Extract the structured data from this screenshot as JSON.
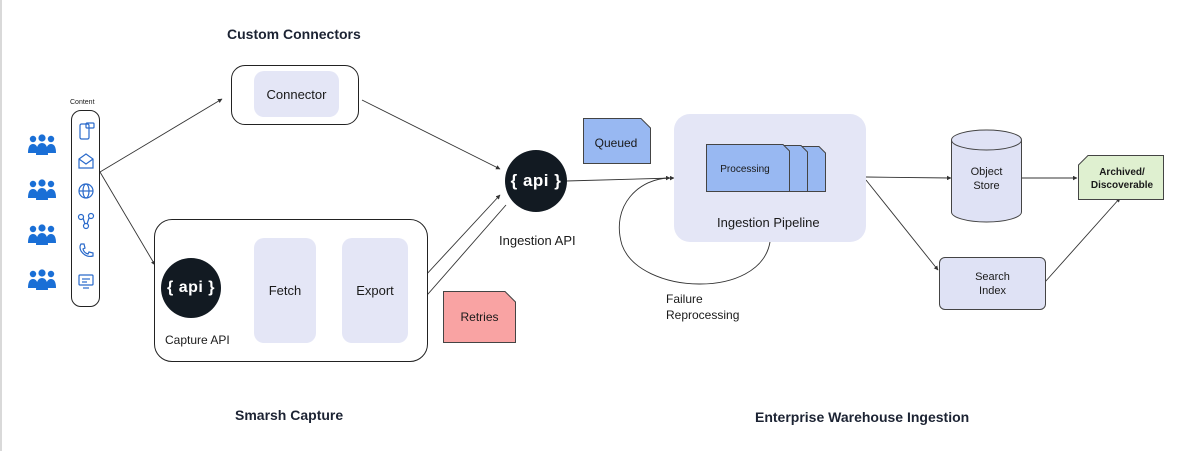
{
  "titles": {
    "custom_connectors": "Custom Connectors",
    "smarsh_capture": "Smarsh Capture",
    "enterprise": "Enterprise Warehouse Ingestion"
  },
  "content_label": "Content",
  "channel_icons": [
    "mobile-message-icon",
    "email-icon",
    "web-globe-icon",
    "social-network-icon",
    "phone-icon",
    "chat-screen-icon"
  ],
  "people_icons": [
    "users-group-icon",
    "users-group-icon",
    "users-group-icon",
    "users-group-icon"
  ],
  "connector_label": "Connector",
  "capture": {
    "api": "{ api }",
    "api_label": "Capture API",
    "fetch": "Fetch",
    "export": "Export"
  },
  "retries": "Retries",
  "ingestion_api": {
    "badge": "{ api }",
    "label": "Ingestion API"
  },
  "queued": "Queued",
  "pipeline": {
    "processing": "Processing",
    "label": "Ingestion Pipeline"
  },
  "failure": {
    "line1": "Failure",
    "line2": "Reprocessing"
  },
  "object_store": {
    "line1": "Object",
    "line2": "Store"
  },
  "search_index": {
    "line1": "Search",
    "line2": "Index"
  },
  "archived": {
    "line1": "Archived/",
    "line2": "Discoverable"
  },
  "colors": {
    "blue_note": "#98b8f2",
    "red_note": "#f9a3a3",
    "green_note": "#dff0d0",
    "lavender": "#e4e6f6",
    "store_fill": "#dfe2f5",
    "people_blue": "#1a6fd6",
    "api_dark": "#121a22"
  }
}
